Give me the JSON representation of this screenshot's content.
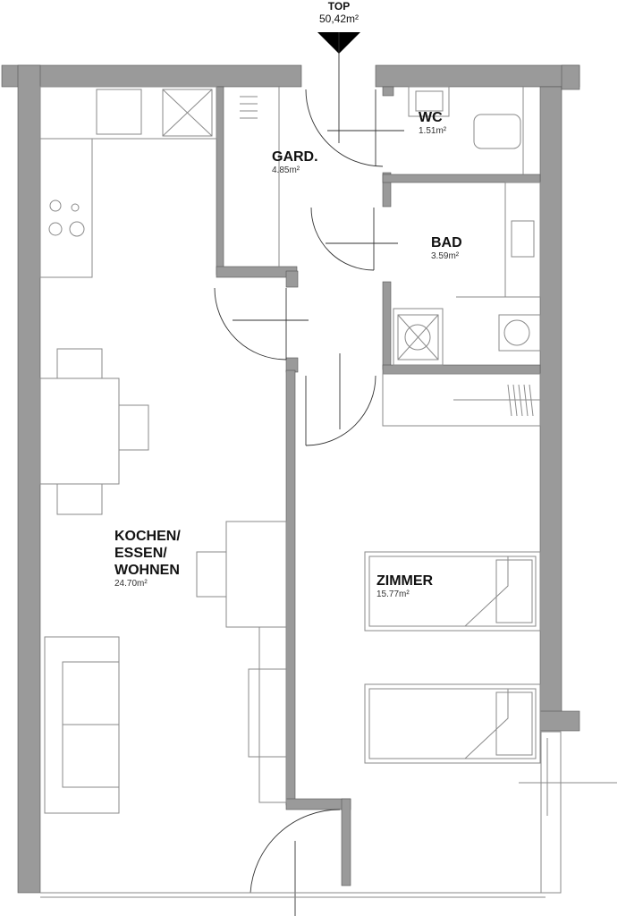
{
  "unit": {
    "title": "TOP",
    "area": "50,42m²"
  },
  "rooms": [
    {
      "name": "WC",
      "area": "1.51m²"
    },
    {
      "name": "GARD.",
      "area": "4.85m²"
    },
    {
      "name": "BAD",
      "area": "3.59m²"
    },
    {
      "name_lines": [
        "KOCHEN/",
        "ESSEN/",
        "WOHNEN"
      ],
      "area": "24.70m²"
    },
    {
      "name": "ZIMMER",
      "area": "15.77m²"
    }
  ],
  "colors": {
    "wall": "#9a9a9a",
    "furniture": "#8a8a8a"
  }
}
